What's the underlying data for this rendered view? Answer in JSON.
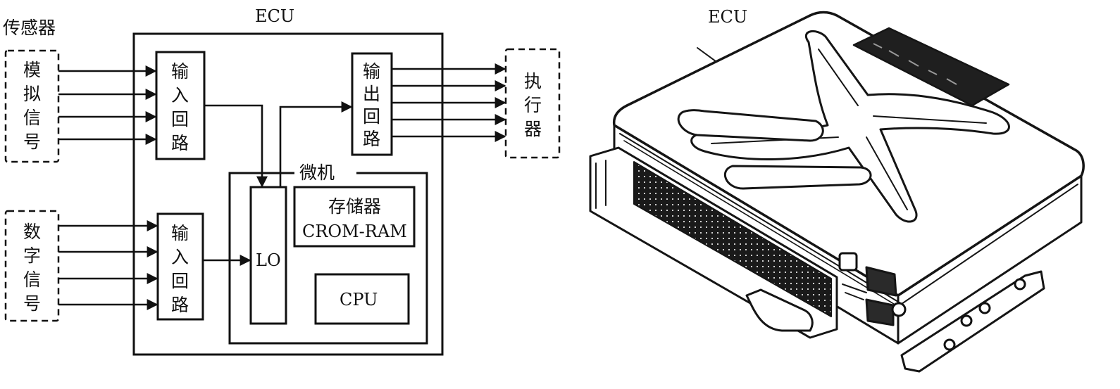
{
  "diagram": {
    "sensor_header": "传感器",
    "ecu_label": "ECU",
    "analog_signal": [
      "模",
      "拟",
      "信",
      "号"
    ],
    "digital_signal": [
      "数",
      "字",
      "信",
      "号"
    ],
    "input_circuit_top": [
      "输",
      "入",
      "回",
      "路"
    ],
    "input_circuit_bottom": [
      "输",
      "入",
      "回",
      "路"
    ],
    "output_circuit": [
      "输",
      "出",
      "回",
      "路"
    ],
    "actuator": [
      "执",
      "行",
      "器"
    ],
    "microcomputer": "微机",
    "io_block": "LO",
    "memory_line1": "存储器",
    "memory_line2": "CROM-RAM",
    "cpu": "CPU"
  },
  "illustration": {
    "ecu_label": "ECU"
  }
}
